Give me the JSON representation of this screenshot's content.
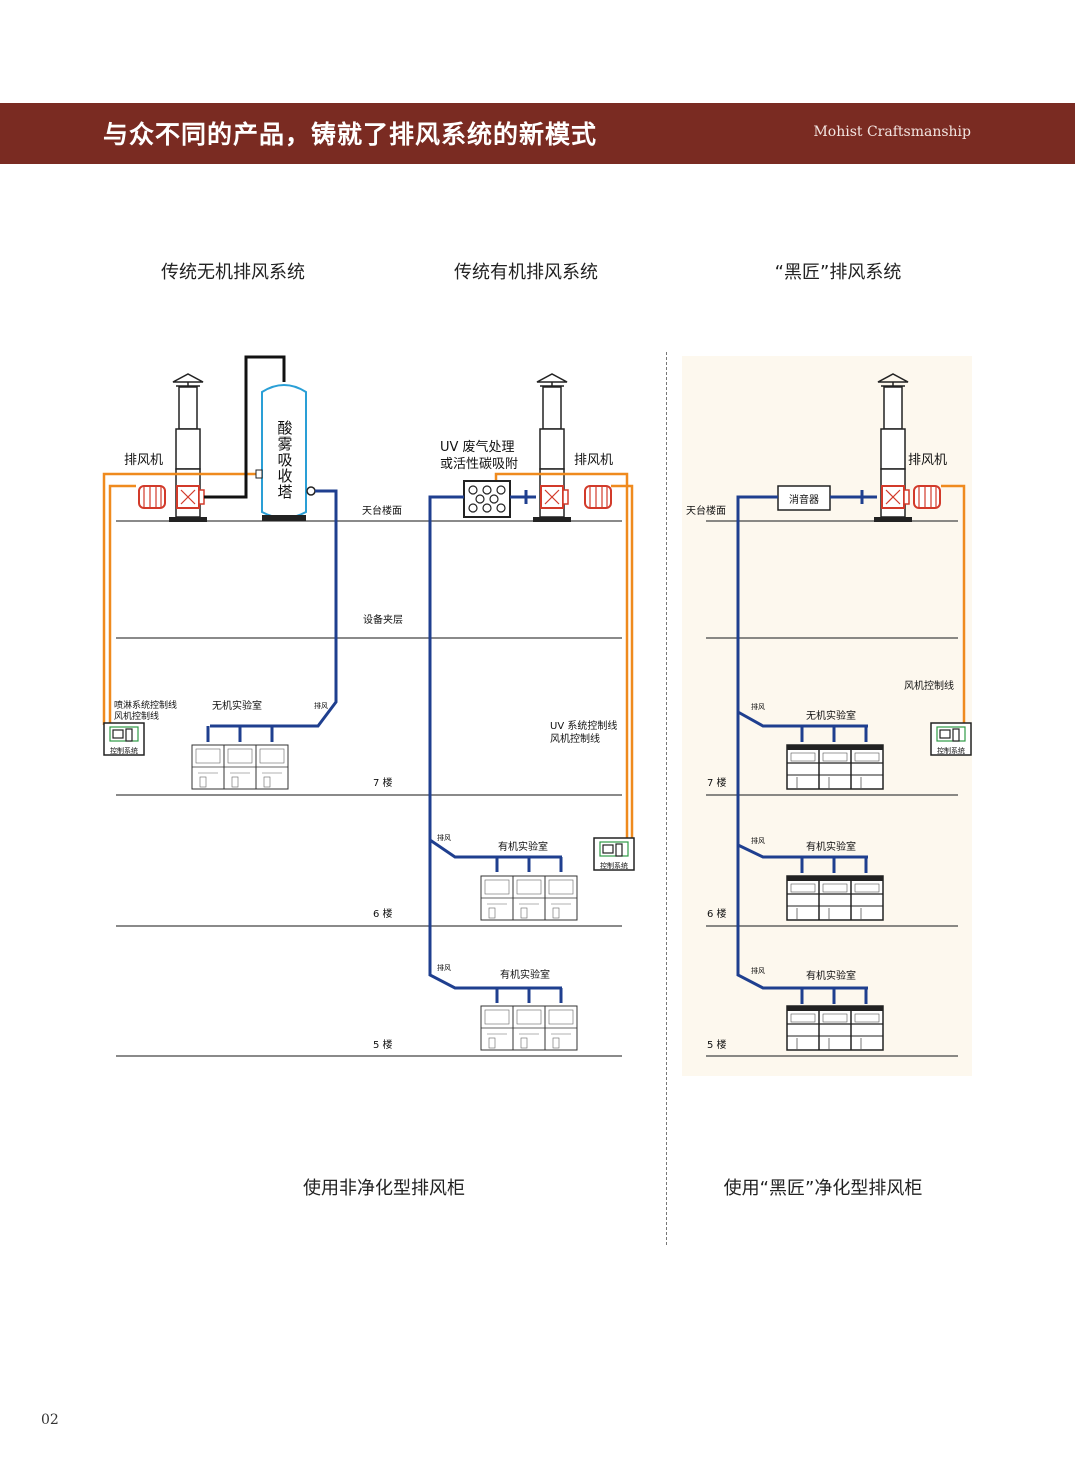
{
  "header": {
    "title": "与众不同的产品，铸就了排风系统的新模式",
    "subtitle": "Mohist Craftsmanship"
  },
  "columns": {
    "col1_title": "传统无机排风系统",
    "col2_title": "传统有机排风系统",
    "col3_title": "“黑匠”排风系统"
  },
  "bottom": {
    "left_caption": "使用非净化型排风柜",
    "right_caption": "使用“黑匠”净化型排风柜"
  },
  "labels": {
    "exhaust_fan": "排风机",
    "acid_tower": "酸雾吸收塔",
    "uv_line1": "UV 废气处理",
    "uv_line2": "或活性碳吸附",
    "roof": "天台楼面",
    "mezzanine": "设备夹层",
    "spray_ctrl_line1": "喷淋系统控制线",
    "spray_ctrl_line2": "风机控制线",
    "control_system": "控制系统",
    "inorganic_lab": "无机实验室",
    "organic_lab": "有机实验室",
    "exhaust": "排风",
    "floor7": "7 楼",
    "floor6": "6 楼",
    "floor5": "5 楼",
    "uv_ctrl_line1": "UV 系统控制线",
    "uv_ctrl_line2": "风机控制线",
    "silencer": "消音器",
    "fan_ctrl_line": "风机控制线"
  },
  "colors": {
    "banner": "#7a2b22",
    "duct": "#1f3f8f",
    "control_wire": "#ef8a1e",
    "fan_red": "#d23a2a",
    "green": "#2e9b45",
    "panel_bg": "#fdf8ee"
  },
  "page_number": "02"
}
